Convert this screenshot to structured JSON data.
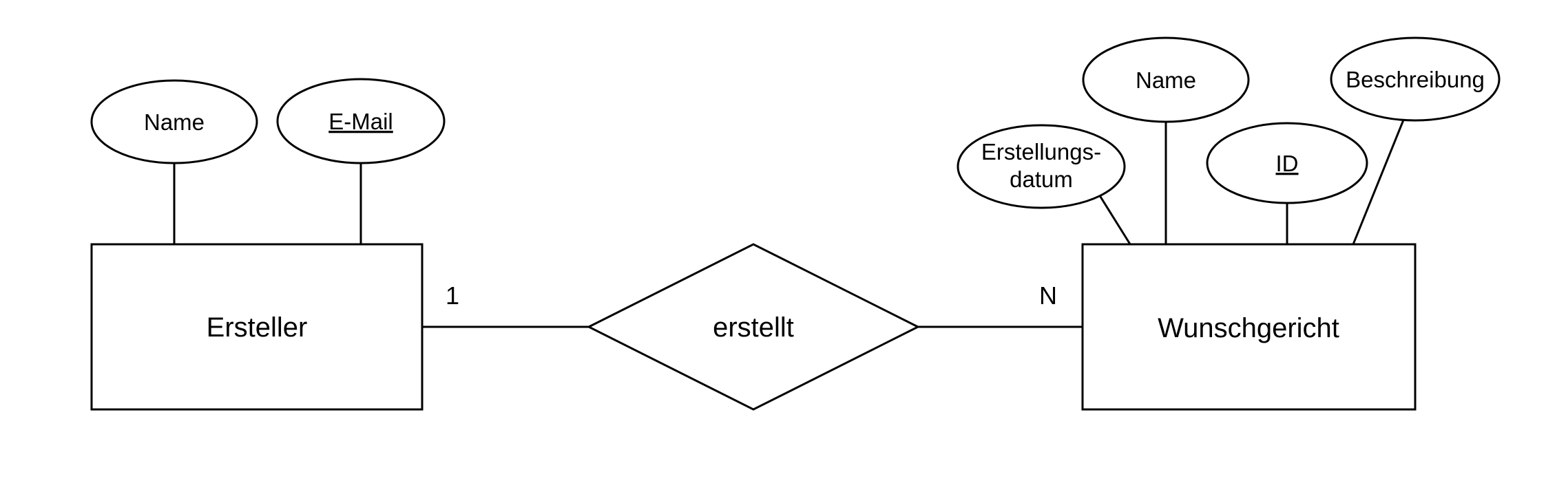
{
  "er_diagram": {
    "entity_left": {
      "label": "Ersteller",
      "attributes": [
        {
          "label": "Name",
          "is_key": false
        },
        {
          "label": "E-Mail",
          "is_key": true
        }
      ]
    },
    "relationship": {
      "label": "erstellt",
      "cardinality_left": "1",
      "cardinality_right": "N"
    },
    "entity_right": {
      "label": "Wunschgericht",
      "attributes": [
        {
          "label_line1": "Erstellungs-",
          "label_line2": "datum",
          "is_key": false
        },
        {
          "label": "Name",
          "is_key": false
        },
        {
          "label": "ID",
          "is_key": true
        },
        {
          "label": "Beschreibung",
          "is_key": false
        }
      ]
    },
    "colors": {
      "stroke": "#000000",
      "shape_fill": "#ffffff",
      "background": "#ffffff",
      "text": "#000000"
    }
  }
}
